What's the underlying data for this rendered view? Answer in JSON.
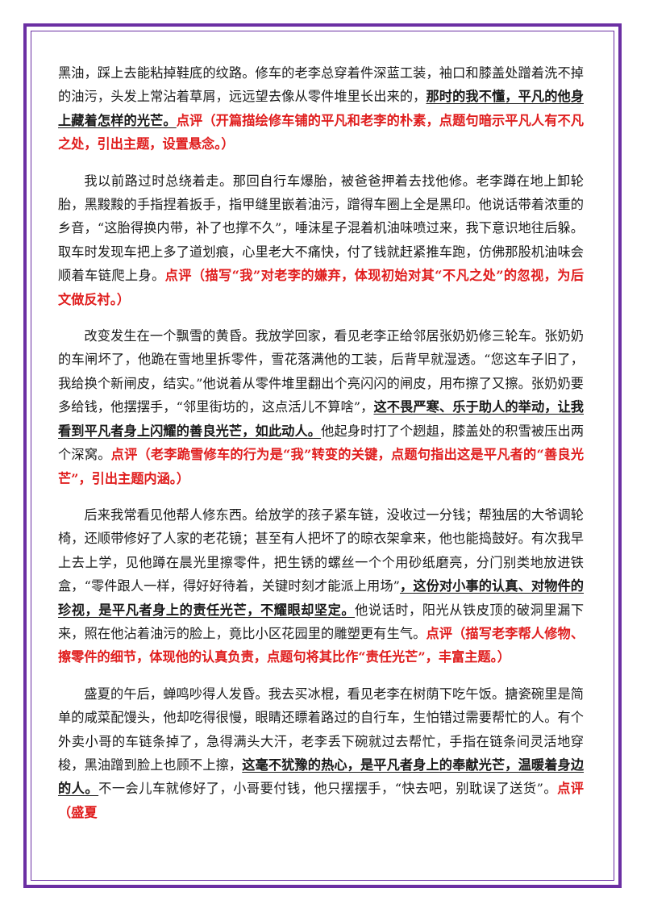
{
  "colors": {
    "border": "#6b2fa3",
    "comment": "#e01e1e",
    "text": "#1a1a1a"
  },
  "paragraphs": [
    {
      "text": "黑油，踩上去能粘掉鞋底的纹路。修车的老李总穿着件深蓝工装，袖口和膝盖处蹭着洗不掉的油污，头发上常沾着草屑，远远望去像从零件堆里长出来的，",
      "highlight": "那时的我不懂，平凡的他身上藏着怎样的光芒。",
      "comment": "点评（开篇描绘修车铺的平凡和老李的朴素，点题句暗示平凡人有不凡之处，引出主题，设置悬念。）"
    },
    {
      "text": "我以前路过时总绕着走。那回自行车爆胎，被爸爸押着去找他修。老李蹲在地上卸轮胎，黑黢黢的手指捏着扳手，指甲缝里嵌着油污，蹭得车圈上全是黑印。他说话带着浓重的乡音，“这胎得换内带，补了也撑不久”，唾沫星子混着机油味喷过来，我下意识地往后躲。取车时发现车把上多了道划痕，心里老大不痛快，付了钱就赶紧推车跑，仿佛那股机油味会顺着车链爬上身。",
      "comment": "点评（描写“我”对老李的嫌弃，体现初始对其“不凡之处”的忽视，为后文做反衬。）"
    },
    {
      "text": "改变发生在一个飘雪的黄昏。我放学回家，看见老李正给邻居张奶奶修三轮车。张奶奶的车闸坏了，他跪在雪地里拆零件，雪花落满他的工装，后背早就湿透。“您这车子旧了，我给换个新闸皮，结实。”他说着从零件堆里翻出个亮闪闪的闸皮，用布擦了又擦。张奶奶要多给钱，他摆摆手，“邻里街坊的，这点活儿不算啥”，",
      "highlight": "这不畏严寒、乐于助人的举动，让我看到平凡者身上闪耀的善良光芒，如此动人。",
      "after": "他起身时打了个趔趄，膝盖处的积雪被压出两个深窝。",
      "comment": "点评（老李跪雪修车的行为是“我”转变的关键，点题句指出这是平凡者的“善良光芒”，引出主题内涵。）"
    },
    {
      "text": "后来我常看见他帮人修东西。给放学的孩子紧车链，没收过一分钱；帮独居的大爷调轮椅，还顺带修好了人家的老花镜；甚至有人把坏了的晾衣架拿来，他也能捣鼓好。有次我早上去上学，见他蹲在晨光里擦零件，把生锈的螺丝一个个用砂纸磨亮，分门别类地放进铁盒，“零件跟人一样，得好好待着，关键时刻才能派上用场”",
      "highlight": "，这份对小事的认真、对物件的珍视，是平凡者身上的责任光芒，不耀眼却坚定。",
      "after": "他说话时，阳光从铁皮顶的破洞里漏下来，照在他沾着油污的脸上，竟比小区花园里的雕塑更有生气。",
      "comment": "点评（描写老李帮人修物、擦零件的细节，体现他的认真负责，点题句将其比作“责任光芒”，丰富主题。）"
    },
    {
      "text": "盛夏的午后，蝉鸣吵得人发昏。我去买冰棍，看见老李在树荫下吃午饭。搪瓷碗里是简单的咸菜配馒头，他却吃得很慢，眼睛还瞟着路过的自行车，生怕错过需要帮忙的人。有个外卖小哥的车链条掉了，急得满头大汗，老李丢下碗就过去帮忙，手指在链条间灵活地穿梭，黑油蹭到脸上也顾不上擦，",
      "highlight": "这毫不犹豫的热心，是平凡者身上的奉献光芒，温暖着身边的人。",
      "after": "不一会儿车就修好了，小哥要付钱，他只摆摆手，“快去吧，别耽误了送货”。",
      "comment": "点评（盛夏"
    }
  ]
}
